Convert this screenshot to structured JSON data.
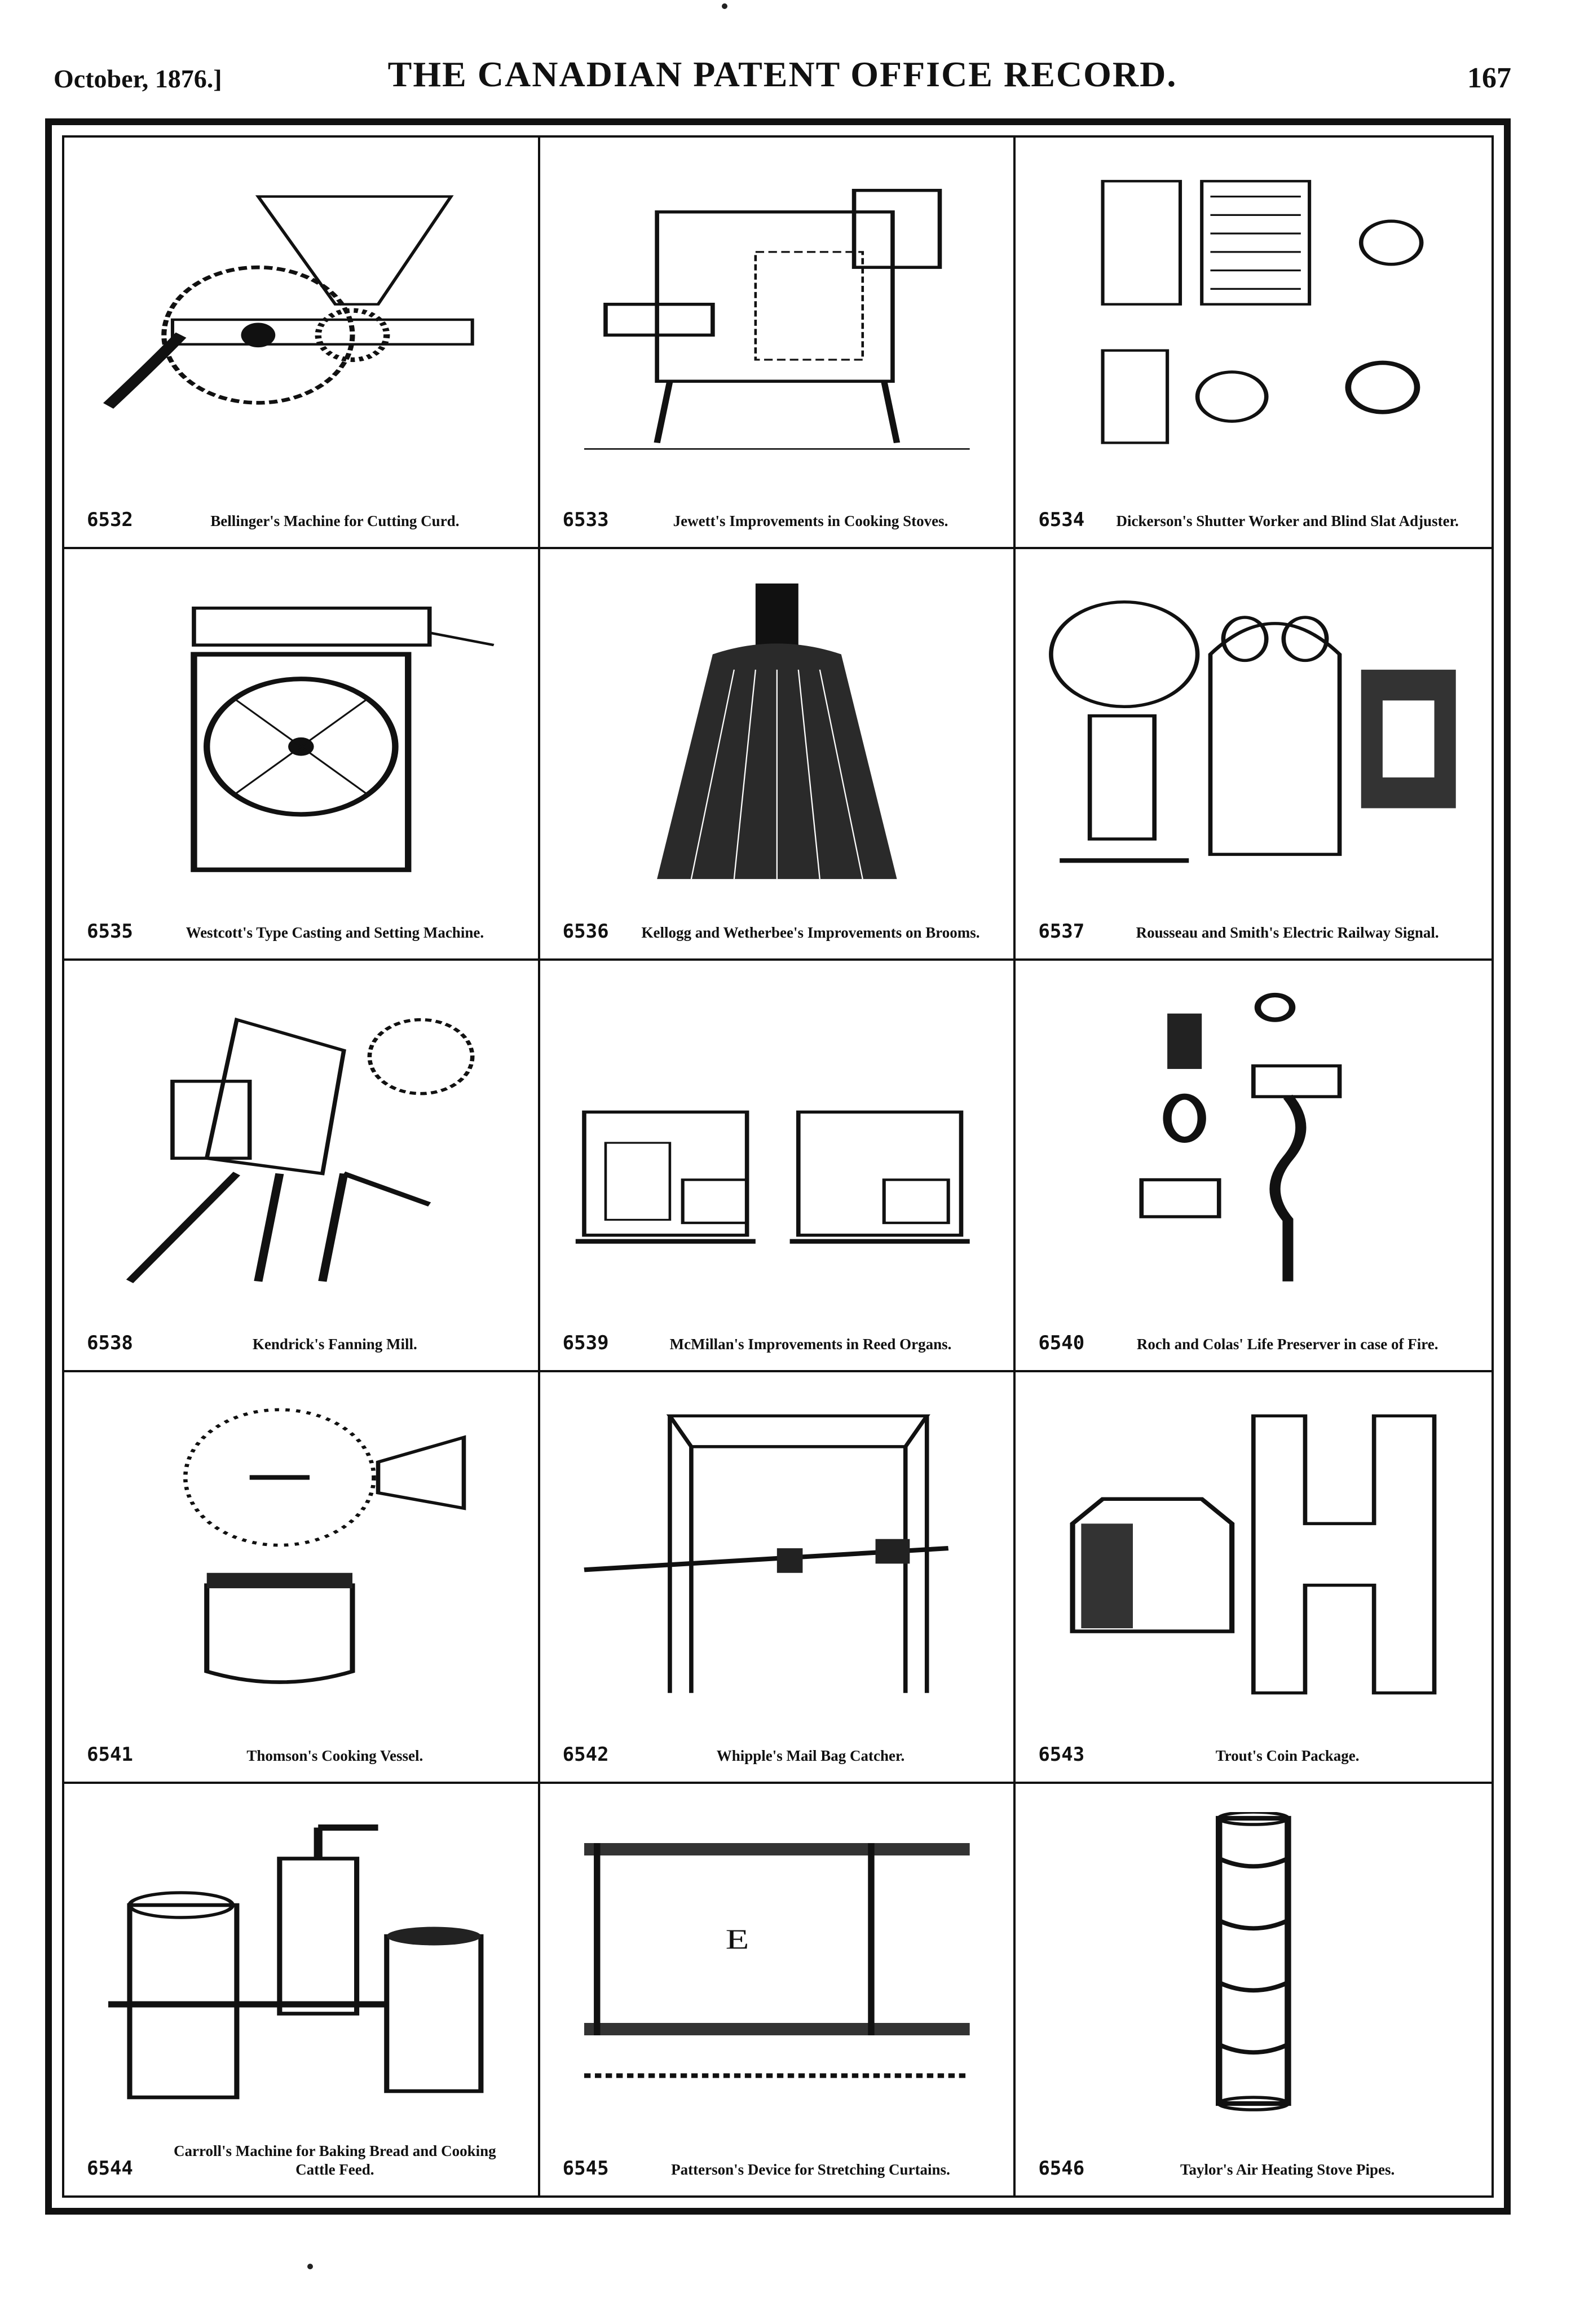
{
  "header": {
    "date": "October, 1876.]",
    "title": "THE CANADIAN PATENT OFFICE RECORD.",
    "page_number": "167"
  },
  "patents": [
    {
      "number": "6532",
      "caption": "Bellinger's Machine for Cutting Curd."
    },
    {
      "number": "6533",
      "caption": "Jewett's Improvements in Cooking Stoves."
    },
    {
      "number": "6534",
      "caption": "Dickerson's Shutter Worker and Blind Slat Adjuster."
    },
    {
      "number": "6535",
      "caption": "Westcott's Type Casting and Setting Machine."
    },
    {
      "number": "6536",
      "caption": "Kellogg and Wetherbee's Improvements on Brooms."
    },
    {
      "number": "6537",
      "caption": "Rousseau and Smith's Electric Railway Signal."
    },
    {
      "number": "6538",
      "caption": "Kendrick's Fanning Mill."
    },
    {
      "number": "6539",
      "caption": "McMillan's Improvements in Reed Organs."
    },
    {
      "number": "6540",
      "caption": "Roch and Colas' Life Preserver in case of Fire."
    },
    {
      "number": "6541",
      "caption": "Thomson's Cooking Vessel."
    },
    {
      "number": "6542",
      "caption": "Whipple's Mail Bag Catcher."
    },
    {
      "number": "6543",
      "caption": "Trout's Coin Package."
    },
    {
      "number": "6544",
      "caption": "Carroll's Machine for Baking Bread and Cooking Cattle Feed."
    },
    {
      "number": "6545",
      "caption": "Patterson's Device for Stretching Curtains."
    },
    {
      "number": "6546",
      "caption": "Taylor's Air Heating Stove Pipes."
    }
  ]
}
